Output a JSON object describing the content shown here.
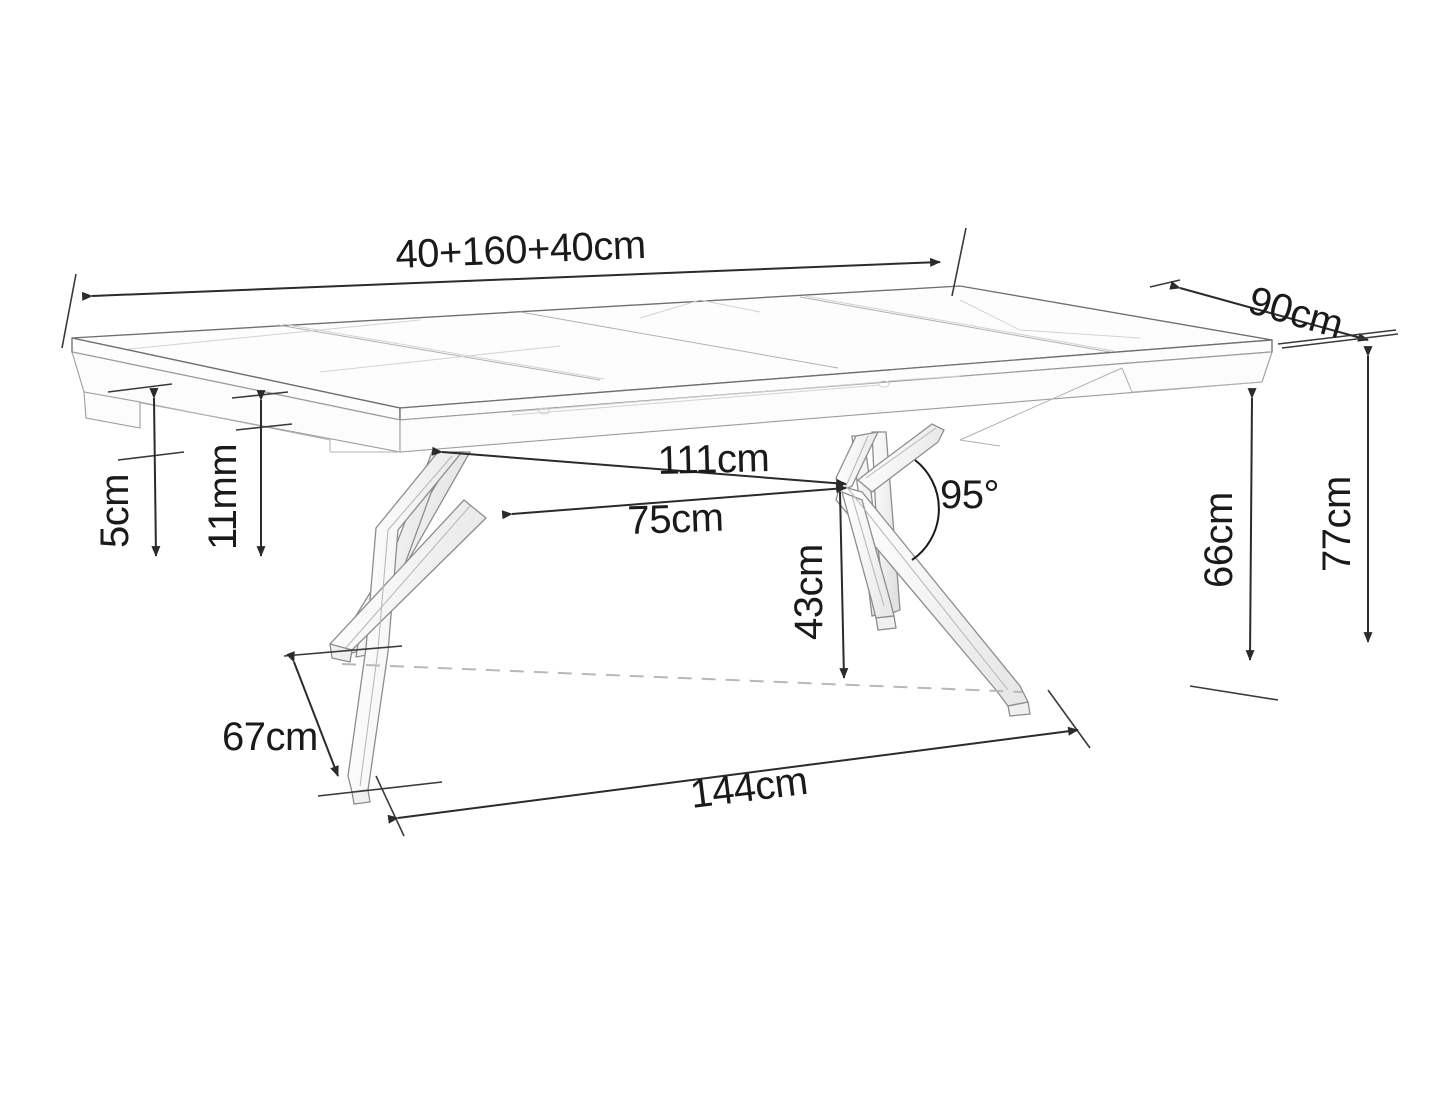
{
  "drawing": {
    "subject": "extendable-dining-table",
    "view": "perspective-dimension-drawing",
    "background_color": "#ffffff",
    "line_color": "#2b2b2b",
    "text_color": "#1a1a1a",
    "surface_color": "#fdfdfd",
    "floor_line_color": "#b8b8b8"
  },
  "dimensions": {
    "top_width": {
      "label": "40+160+40cm",
      "meaning": "table-top-total-length-with-two-extension-leaves"
    },
    "depth": {
      "label": "90cm",
      "meaning": "table-top-depth"
    },
    "top_thickness": {
      "label": "11mm",
      "meaning": "table-top-panel-thickness"
    },
    "apron_height": {
      "label": "5cm",
      "meaning": "apron-edge-height"
    },
    "leg_span_upper": {
      "label": "111cm",
      "meaning": "distance-between-leg-tops"
    },
    "leg_span_cross": {
      "label": "75cm",
      "meaning": "distance-between-leg-crossings"
    },
    "leg_angle": {
      "label": "95°",
      "meaning": "angle-between-crossed-leg-members"
    },
    "cross_height": {
      "label": "43cm",
      "meaning": "height-of-leg-crossing-point-above-floor"
    },
    "clearance_height": {
      "label": "66cm",
      "meaning": "under-apron-clearance-height"
    },
    "total_height": {
      "label": "77cm",
      "meaning": "total-table-height"
    },
    "foot_depth": {
      "label": "67cm",
      "meaning": "leg-foot-spread-depth"
    },
    "foot_span": {
      "label": "144cm",
      "meaning": "distance-between-front-feet"
    }
  }
}
